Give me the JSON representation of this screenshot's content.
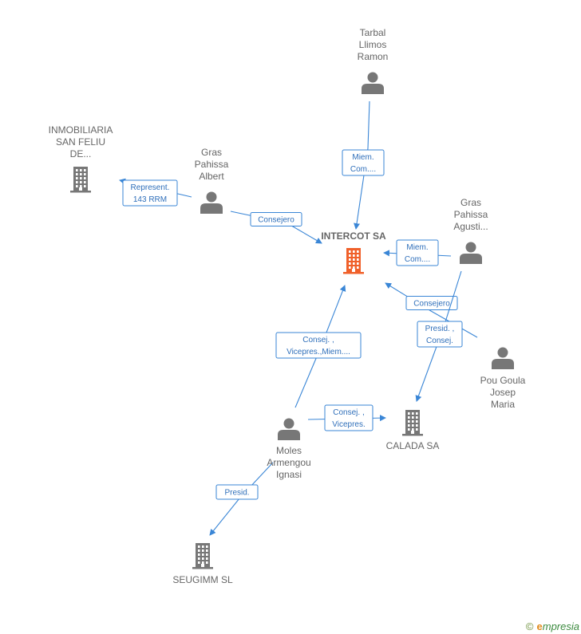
{
  "colors": {
    "edge": "#3a86d6",
    "node": "#777777",
    "main_node": "#f0602a",
    "label": "#666666"
  },
  "nodes": [
    {
      "id": "intercot",
      "type": "company",
      "main": true,
      "lines": [
        "INTERCOT SA"
      ]
    },
    {
      "id": "tarbal",
      "type": "person",
      "lines": [
        "Tarbal",
        "Llimos",
        "Ramon"
      ]
    },
    {
      "id": "gras_albert",
      "type": "person",
      "lines": [
        "Gras",
        "Pahissa",
        "Albert"
      ]
    },
    {
      "id": "inmobiliaria",
      "type": "company",
      "lines": [
        "INMOBILIARIA",
        "SAN FELIU",
        "DE..."
      ]
    },
    {
      "id": "gras_agusti",
      "type": "person",
      "lines": [
        "Gras",
        "Pahissa",
        "Agusti..."
      ]
    },
    {
      "id": "pou",
      "type": "person",
      "lines": [
        "Pou Goula",
        "Josep",
        "Maria"
      ]
    },
    {
      "id": "calada",
      "type": "company",
      "lines": [
        "CALADA SA"
      ]
    },
    {
      "id": "moles",
      "type": "person",
      "lines": [
        "Moles",
        "Armengou",
        "Ignasi"
      ]
    },
    {
      "id": "seugimm",
      "type": "company",
      "lines": [
        "SEUGIMM SL"
      ]
    }
  ],
  "edges": [
    {
      "from": "tarbal",
      "to": "intercot",
      "lines": [
        "Miem.",
        "Com...."
      ]
    },
    {
      "from": "gras_albert",
      "to": "inmobiliaria",
      "lines": [
        "Represent.",
        "143 RRM"
      ]
    },
    {
      "from": "gras_albert",
      "to": "intercot",
      "lines": [
        "Consejero"
      ]
    },
    {
      "from": "gras_agusti",
      "to": "intercot",
      "lines": [
        "Miem.",
        "Com...."
      ]
    },
    {
      "from": "pou",
      "to": "intercot",
      "lines": [
        "Consejero"
      ]
    },
    {
      "from": "gras_agusti",
      "to": "calada",
      "lines": [
        "Presid. ,",
        "Consej."
      ]
    },
    {
      "from": "moles",
      "to": "intercot",
      "lines": [
        "Consej. ,",
        "Vicepres.,Miem...."
      ]
    },
    {
      "from": "moles",
      "to": "calada",
      "lines": [
        "Consej. ,",
        "Vicepres."
      ]
    },
    {
      "from": "moles",
      "to": "seugimm",
      "lines": [
        "Presid."
      ]
    }
  ],
  "footer": {
    "copyright": "©",
    "brand_initial": "e",
    "brand_rest": "mpresia"
  }
}
